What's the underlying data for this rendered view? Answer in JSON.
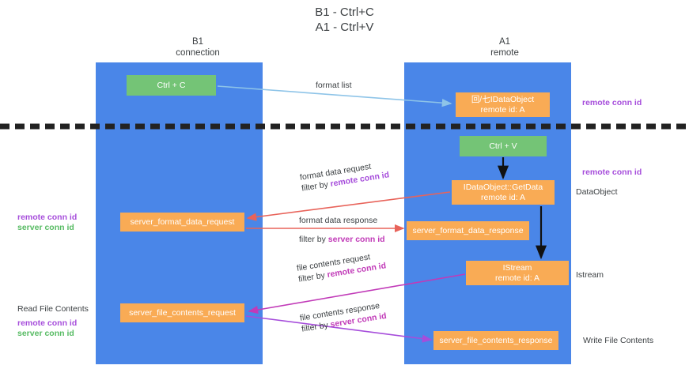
{
  "title": {
    "line1": "B1 - Ctrl+C",
    "line2": "A1 - Ctrl+V"
  },
  "lanes": [
    {
      "id": "b1",
      "name": "B1",
      "role": "connection",
      "color": "#4a86e8"
    },
    {
      "id": "a1",
      "name": "A1",
      "role": "remote",
      "color": "#4a86e8"
    }
  ],
  "nodes": {
    "ctrl_c": {
      "label": "Ctrl + C",
      "color": "#74c476"
    },
    "ctrl_v": {
      "label": "Ctrl + V",
      "color": "#74c476"
    },
    "idataobject": {
      "label": "回/七IDataObject",
      "sub": "remote id: A",
      "color": "#f9ab55"
    },
    "getdata": {
      "label": "IDataObject::GetData",
      "sub": "remote id: A",
      "color": "#f9ab55"
    },
    "format_data_request": {
      "label": "server_format_data_request",
      "color": "#f9ab55"
    },
    "format_data_response": {
      "label": "server_format_data_response",
      "color": "#f9ab55"
    },
    "istream": {
      "label": "IStream",
      "sub": "remote id: A",
      "color": "#f9ab55"
    },
    "file_contents_request": {
      "label": "server_file_contents_request",
      "color": "#f9ab55"
    },
    "file_contents_response": {
      "label": "server_file_contents_response",
      "color": "#f9ab55"
    }
  },
  "edges": {
    "format_list": {
      "label": "format list",
      "color": "#8ec4e8"
    },
    "format_data_request": {
      "label": "format data request",
      "filter_prefix": "filter by ",
      "filter_key": "remote conn id",
      "color": "#e8635a"
    },
    "format_data_response": {
      "label": "format data response",
      "filter_prefix": "filter by ",
      "filter_key": "server conn id",
      "color": "#e8635a"
    },
    "file_contents_request": {
      "label": "file contents request",
      "filter_prefix": "filter by ",
      "filter_key": "remote conn id",
      "color": "#c13ab8"
    },
    "file_contents_response": {
      "label": "file contents response",
      "filter_prefix": "filter by ",
      "filter_key": "server conn id",
      "color": "#a64ddb"
    }
  },
  "annotations": {
    "right": {
      "remote_conn_id_top": "remote conn id",
      "remote_conn_id_mid": "remote conn id",
      "dataobject": "DataObject",
      "istream": "Istream",
      "write_file_contents": "Write File Contents"
    },
    "left": {
      "remote_conn_id": "remote conn id",
      "server_conn_id": "server conn id",
      "read_file_contents": "Read File Contents",
      "remote_conn_id_2": "remote conn id",
      "server_conn_id_2": "server conn id"
    }
  },
  "colors": {
    "lane": "#4a86e8",
    "node_orange": "#f9ab55",
    "node_green": "#74c476",
    "purple": "#a64ddb",
    "green_text": "#57bb63",
    "magenta": "#c13ab8",
    "red_arrow": "#e8635a",
    "blue_arrow": "#8ec4e8",
    "separator": "#222222"
  }
}
